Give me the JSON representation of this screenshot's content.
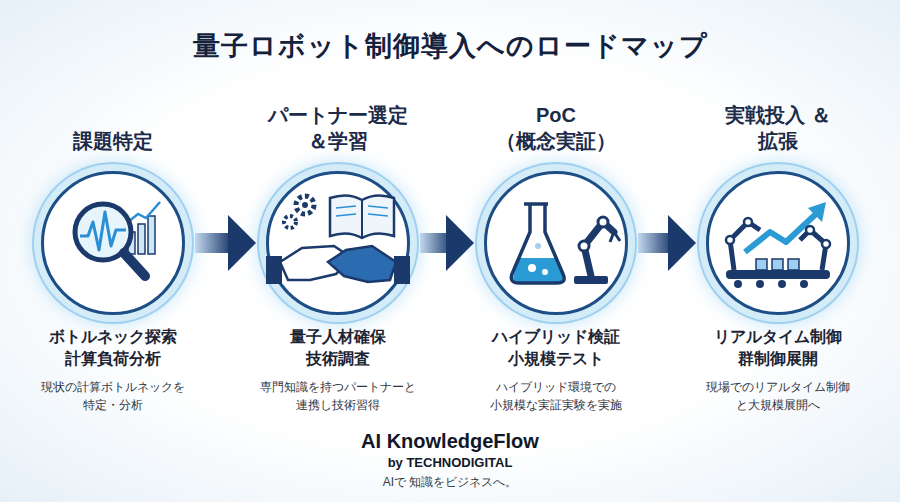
{
  "diagram": {
    "title": "量子ロボット制御導入へのロードマップ",
    "nodes": [
      {
        "text": [
          "課題特定",
          "ボトルネック探索 計算負荷分析",
          "現状の計算ボトルネックを 特定・分析"
        ]
      },
      {
        "text": [
          "パートナー選定 ＆学習",
          "量子人材確保 技術調査",
          "専門知識を持つパートナーと 連携し技術習得"
        ]
      },
      {
        "text": [
          "PoC （概念実証）",
          "ハイブリッド検証 小規模テスト",
          "ハイブリッド環境での 小規模な実証実験を実施"
        ]
      },
      {
        "text": [
          "実戦投入 ＆拡張",
          "リアルタイム制御 群制御展開",
          "現場でのリアルタイム制御 と大規模展開へ"
        ]
      }
    ],
    "edges": [
      {
        "from": 0,
        "to": 1,
        "arrow": "to"
      },
      {
        "from": 1,
        "to": 2,
        "arrow": "to"
      },
      {
        "from": 2,
        "to": 3,
        "arrow": "to"
      }
    ],
    "labels": [
      "AI KnowledgeFlow",
      "by TECHNODIGITAL",
      "AIで 知識をビジネスへ。"
    ]
  }
}
